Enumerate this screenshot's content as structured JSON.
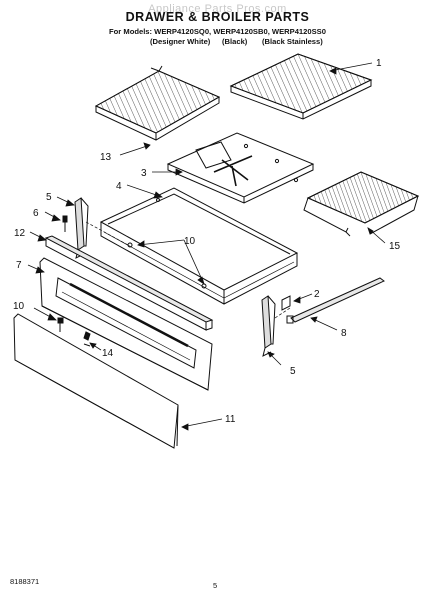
{
  "header": {
    "watermark": "Appliance Parts Pros.com",
    "title": "DRAWER & BROILER PARTS",
    "models_line": "For Models: WERP4120SQ0, WERP4120SB0, WERP4120SS0",
    "finishes": [
      "(Designer White)",
      "(Black)",
      "(Black Stainless)"
    ]
  },
  "callouts": {
    "c1": "1",
    "c2": "2",
    "c3": "3",
    "c4": "4",
    "c5a": "5",
    "c5b": "5",
    "c6": "6",
    "c7": "7",
    "c8": "8",
    "c10a": "10",
    "c10b": "10",
    "c11": "11",
    "c12": "12",
    "c13": "13",
    "c14": "14",
    "c15": "15"
  },
  "footer": {
    "doc_number": "8188371",
    "page_number": "5"
  }
}
